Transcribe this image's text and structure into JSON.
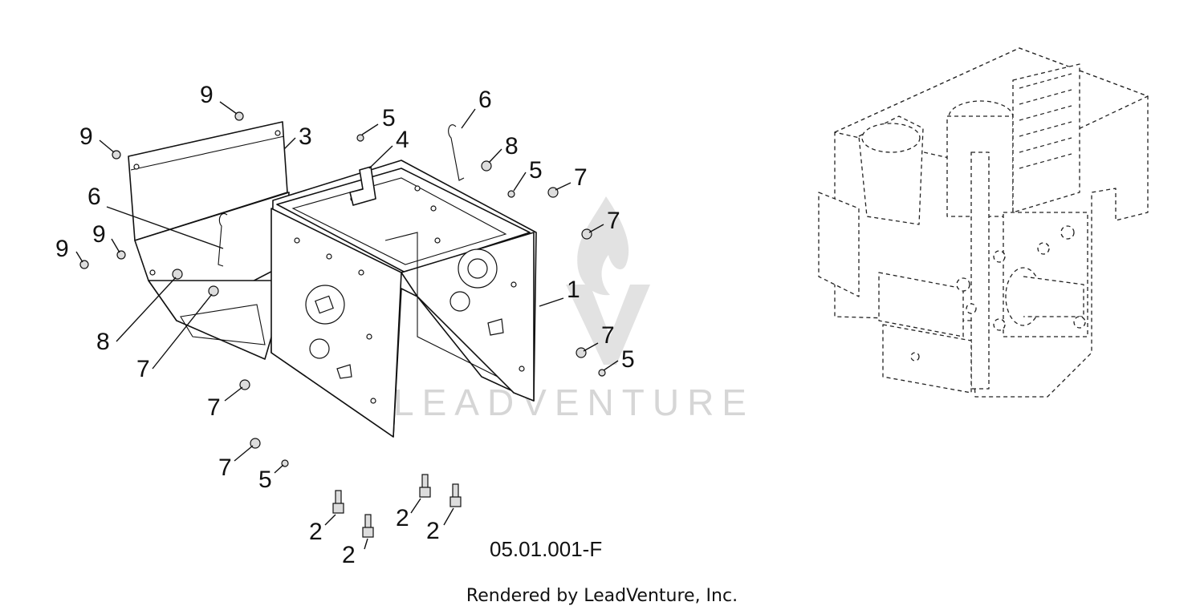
{
  "watermark": {
    "text": "LEADVENTURE"
  },
  "figure": {
    "reference_code": "05.01.001-F"
  },
  "footer": {
    "credit": "Rendered by LeadVenture, Inc."
  },
  "callouts": {
    "c1": "1",
    "c2a": "2",
    "c2b": "2",
    "c2c": "2",
    "c2d": "2",
    "c3": "3",
    "c4": "4",
    "c5a": "5",
    "c5b": "5",
    "c5c": "5",
    "c5d": "5",
    "c6a": "6",
    "c6b": "6",
    "c7a": "7",
    "c7b": "7",
    "c7c": "7",
    "c7d": "7",
    "c7e": "7",
    "c7f": "7",
    "c8a": "8",
    "c8b": "8",
    "c9a": "9",
    "c9b": "9",
    "c9c": "9",
    "c9d": "9"
  }
}
